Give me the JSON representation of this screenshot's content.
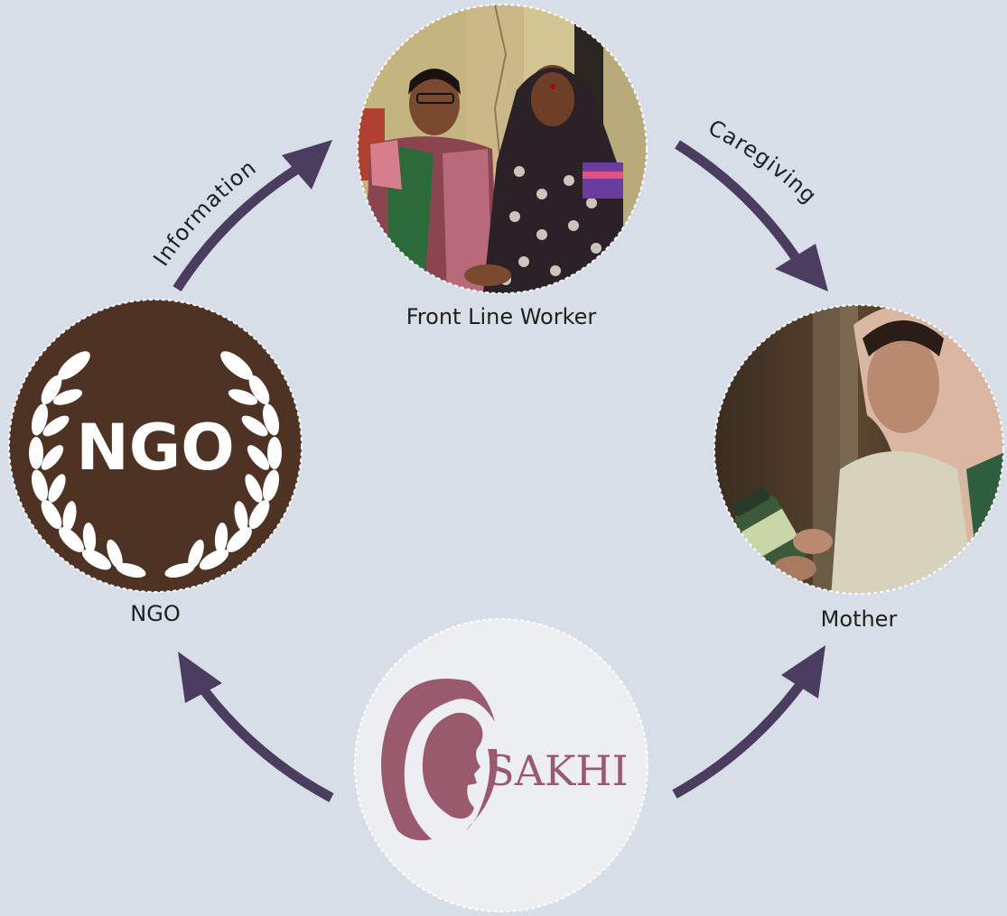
{
  "nodes": {
    "flw": {
      "label": "Front Line Worker"
    },
    "ngo": {
      "label": "NGO",
      "logo_text": "NGO"
    },
    "mother": {
      "label": "Mother"
    },
    "sakhi": {
      "logo_text": "SAKHI"
    }
  },
  "edges": {
    "ngo_to_flw": {
      "label": "Information"
    },
    "flw_to_mother": {
      "label": "Caregiving"
    },
    "sakhi_to_ngo": {
      "label": ""
    },
    "sakhi_to_mother": {
      "label": ""
    }
  },
  "colors": {
    "background": "#d8dee8",
    "arrow": "#4a3d5f",
    "ngo_badge": "#4e3325",
    "sakhi_brand": "#9a5a6e",
    "sakhi_circle": "#eceef2"
  }
}
